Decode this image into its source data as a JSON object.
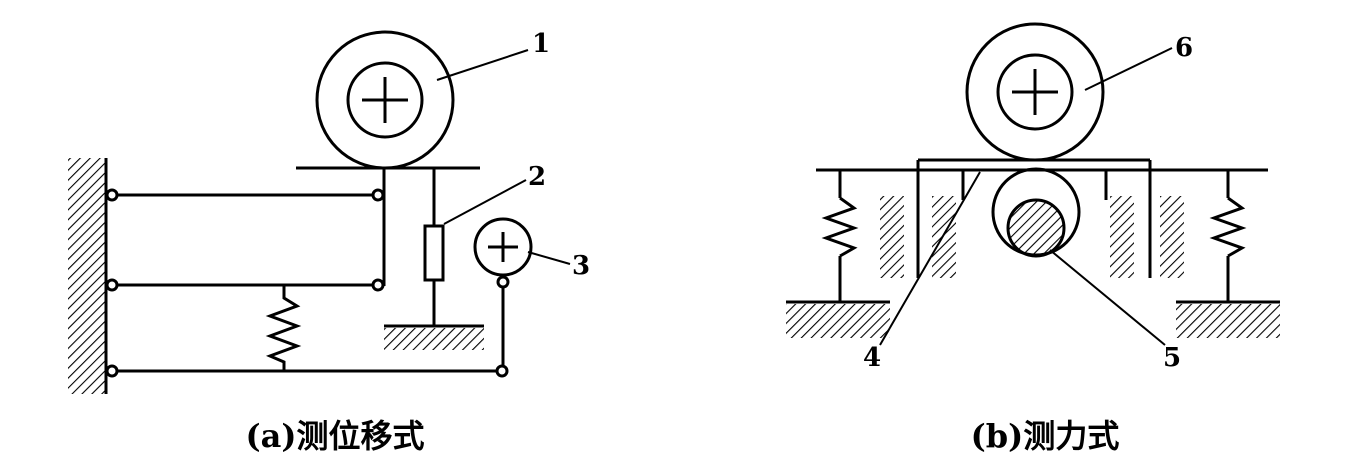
{
  "figure": {
    "a": {
      "caption": "(a)测位移式",
      "callouts": [
        "1",
        "2",
        "3"
      ]
    },
    "b": {
      "caption": "(b)测力式",
      "callouts": [
        "6",
        "4",
        "5"
      ]
    }
  }
}
